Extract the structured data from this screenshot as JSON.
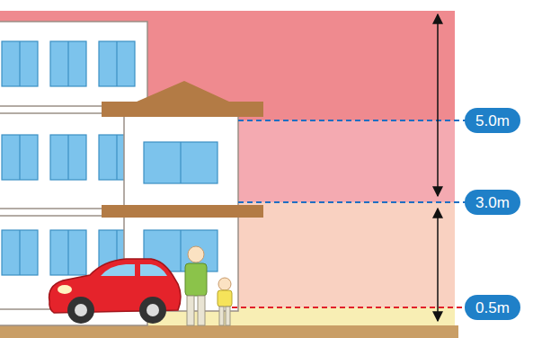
{
  "diagram": {
    "nodes": [
      {
        "text": [
          "5.0m"
        ]
      },
      {
        "text": [
          "3.0m"
        ]
      },
      {
        "text": [
          "0.5m"
        ]
      }
    ]
  }
}
